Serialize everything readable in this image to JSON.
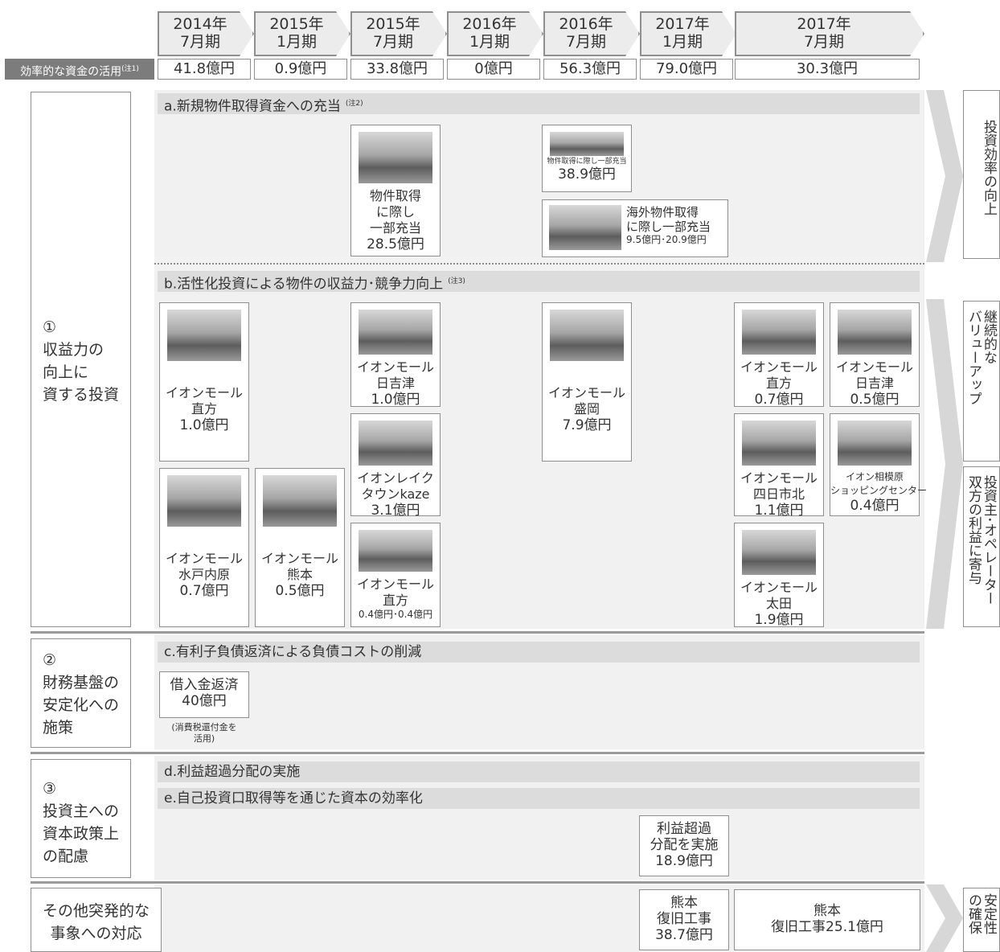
{
  "periods": [
    {
      "label": "2014年\n7月期",
      "amount": "41.8億円"
    },
    {
      "label": "2015年\n1月期",
      "amount": "0.9億円"
    },
    {
      "label": "2015年\n7月期",
      "amount": "33.8億円"
    },
    {
      "label": "2016年\n1月期",
      "amount": "0億円"
    },
    {
      "label": "2016年\n7月期",
      "amount": "56.3億円"
    },
    {
      "label": "2017年\n1月期",
      "amount": "79.0億円"
    },
    {
      "label": "2017年\n7月期",
      "amount": "30.3億円"
    }
  ],
  "efficiency_label": "効率的な資金の活用",
  "efficiency_note": "(注1)",
  "sections": {
    "s1": "①\n収益力の\n向上に\n資する投資",
    "s2": "②\n財務基盤の\n安定化への\n施策",
    "s3": "③\n投資主への\n資本政策上\nの配慮",
    "s4": "その他突発的な\n事象への対応"
  },
  "bars": {
    "a": "a.新規物件取得資金への充当",
    "a_note": "(注2)",
    "b": "b.活性化投資による物件の収益力･競争力向上",
    "b_note": "(注3)",
    "c": "c.有利子負債返済による負債コストの削減",
    "d": "d.利益超過分配の実施",
    "e": "e.自己投資口取得等を通じた資本の効率化"
  },
  "cards": {
    "a1": {
      "text": "物件取得\nに際し\n一部充当",
      "value": "28.5億円"
    },
    "a2": {
      "text": "物件取得に際し一部充当",
      "value": "38.9億円"
    },
    "a3": {
      "text": "海外物件取得\nに際し一部充当",
      "value": "9.5億円･20.9億円"
    },
    "b1": {
      "text": "イオンモール\n直方",
      "value": "1.0億円"
    },
    "b2": {
      "text": "イオンモール\n水戸内原",
      "value": "0.7億円"
    },
    "b3": {
      "text": "イオンモール\n熊本",
      "value": "0.5億円"
    },
    "b4": {
      "text": "イオンモール\n日吉津",
      "value": "1.0億円"
    },
    "b5": {
      "text": "イオンレイク\nタウンkaze",
      "value": "3.1億円"
    },
    "b6": {
      "text": "イオンモール\n直方",
      "value": "0.4億円･0.4億円"
    },
    "b7": {
      "text": "イオンモール\n盛岡",
      "value": "7.9億円"
    },
    "b8": {
      "text": "イオンモール\n直方",
      "value": "0.7億円"
    },
    "b9": {
      "text": "イオンモール\n日吉津",
      "value": "0.5億円"
    },
    "b10": {
      "text": "イオンモール\n四日市北",
      "value": "1.1億円"
    },
    "b11": {
      "text": "イオン相模原\nショッピングセンター",
      "value": "0.4億円"
    },
    "b12": {
      "text": "イオンモール\n太田",
      "value": "1.9億円"
    },
    "c1": {
      "text": "借入金返済",
      "value": "40億円"
    },
    "c1_note": "(消費税還付金を\n活用)",
    "d1": {
      "text": "利益超過\n分配を実施",
      "value": "18.9億円"
    },
    "x1": {
      "text": "熊本\n復旧工事",
      "value": "38.7億円"
    },
    "x2": {
      "text": "熊本\n復旧工事25.1億円"
    }
  },
  "side": {
    "s1": "投資効率の向上",
    "s2": "継続的な\nバリューアップ",
    "s3": "投資主･オペレーター\n双方の利益に寄与",
    "s4": "安定性\nの確保"
  }
}
